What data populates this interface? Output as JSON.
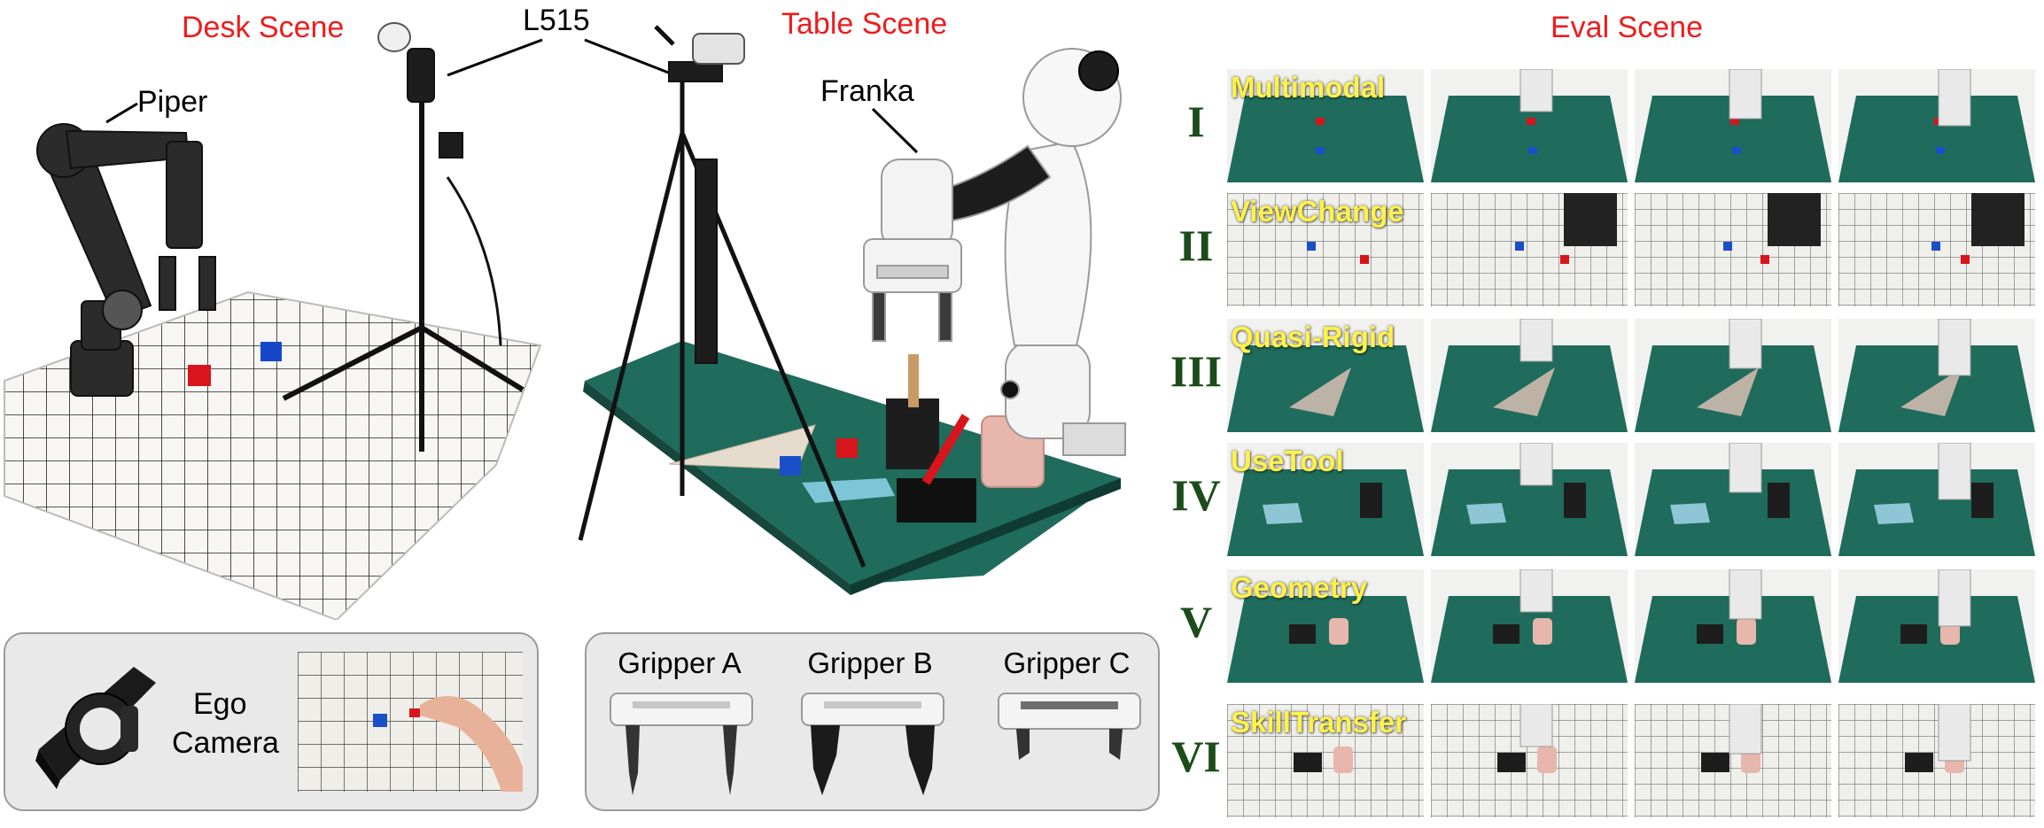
{
  "left": {
    "desk_scene_title": "Desk Scene",
    "table_scene_title": "Table Scene",
    "camera_label": "L515",
    "piper_label": "Piper",
    "franka_label": "Franka"
  },
  "ego": {
    "line1": "Ego",
    "line2": "Camera"
  },
  "grippers": [
    {
      "label": "Gripper A"
    },
    {
      "label": "Gripper B"
    },
    {
      "label": "Gripper C"
    }
  ],
  "eval": {
    "title": "Eval Scene",
    "rows": [
      {
        "roman": "I",
        "task": "Multimodal",
        "surface": "green-mat"
      },
      {
        "roman": "II",
        "task": "ViewChange",
        "surface": "grid"
      },
      {
        "roman": "III",
        "task": "Quasi-Rigid",
        "surface": "green-mat"
      },
      {
        "roman": "IV",
        "task": "UseTool",
        "surface": "green-mat"
      },
      {
        "roman": "V",
        "task": "Geometry",
        "surface": "green-mat"
      },
      {
        "roman": "VI",
        "task": "SkillTransfer",
        "surface": "grid"
      }
    ]
  },
  "colors": {
    "title_red": "#ee1c1c",
    "roman_green": "#1b4d1b",
    "task_yellow": "#fff24a",
    "mat_green": "#1f6b5c"
  }
}
